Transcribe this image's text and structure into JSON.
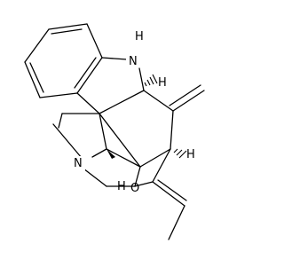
{
  "structure": {
    "atom_labels": {
      "nh_n": "N",
      "nh_h": "H",
      "h_ring_junction": "H",
      "h_bridge": "H",
      "n_bridge": "N",
      "h_lower": "H",
      "o_label": "O"
    },
    "colors": {
      "bond": "#000000",
      "background": "#ffffff"
    }
  }
}
